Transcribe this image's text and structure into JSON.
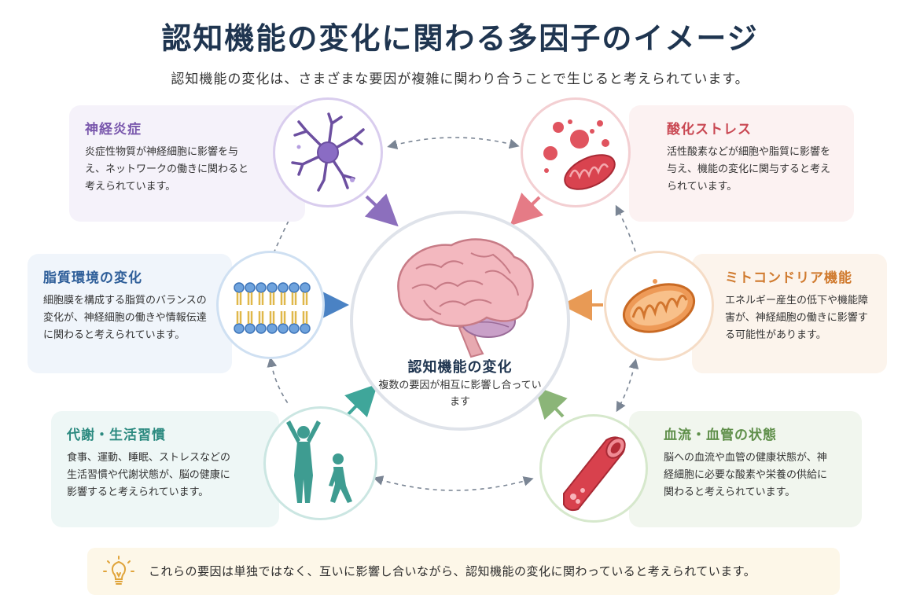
{
  "title": "認知機能の変化に関わる多因子のイメージ",
  "subtitle": "認知機能の変化は、さまざまな要因が複雑に関わり合うことで生じると考えられています。",
  "center": {
    "title": "認知機能の変化",
    "text": "複数の要因が相互に影響し合っています"
  },
  "factors": [
    {
      "title": "神経炎症",
      "text": "炎症性物質が神経細胞に影響を与え、ネットワークの働きに関わると考えられています。",
      "color": "#7a58ad",
      "icon": "neuron-icon"
    },
    {
      "title": "脂質環境の変化",
      "text": "細胞膜を構成する脂質のバランスの変化が、神経細胞の働きや情報伝達に関わると考えられています。",
      "color": "#2e5e99",
      "icon": "lipid-membrane-icon"
    },
    {
      "title": "代謝・生活習慣",
      "text": "食事、運動、睡眠、ストレスなどの生活習慣や代謝状態が、脳の健康に影響すると考えられています。",
      "color": "#2c8a80",
      "icon": "person-exercise-icon"
    },
    {
      "title": "酸化ストレス",
      "text": "活性酸素などが細胞や脂質に影響を与え、機能の変化に関与すると考えられています。",
      "color": "#c94752",
      "icon": "oxidative-mitochondria-icon"
    },
    {
      "title": "ミトコンドリア機能",
      "text": "エネルギー産生の低下や機能障害が、神経細胞の働きに影響する可能性があります。",
      "color": "#d07a2e",
      "icon": "mitochondria-icon"
    },
    {
      "title": "血流・血管の状態",
      "text": "脳への血流や血管の健康状態が、神経細胞に必要な酸素や栄養の供給に関わると考えられています。",
      "color": "#5f8f4a",
      "icon": "blood-vessel-icon"
    }
  ],
  "footer": {
    "text": "これらの要因は単独ではなく、互いに影響し合いながら、認知機能の変化に関わっていると考えられています。",
    "icon": "lightbulb-icon"
  }
}
